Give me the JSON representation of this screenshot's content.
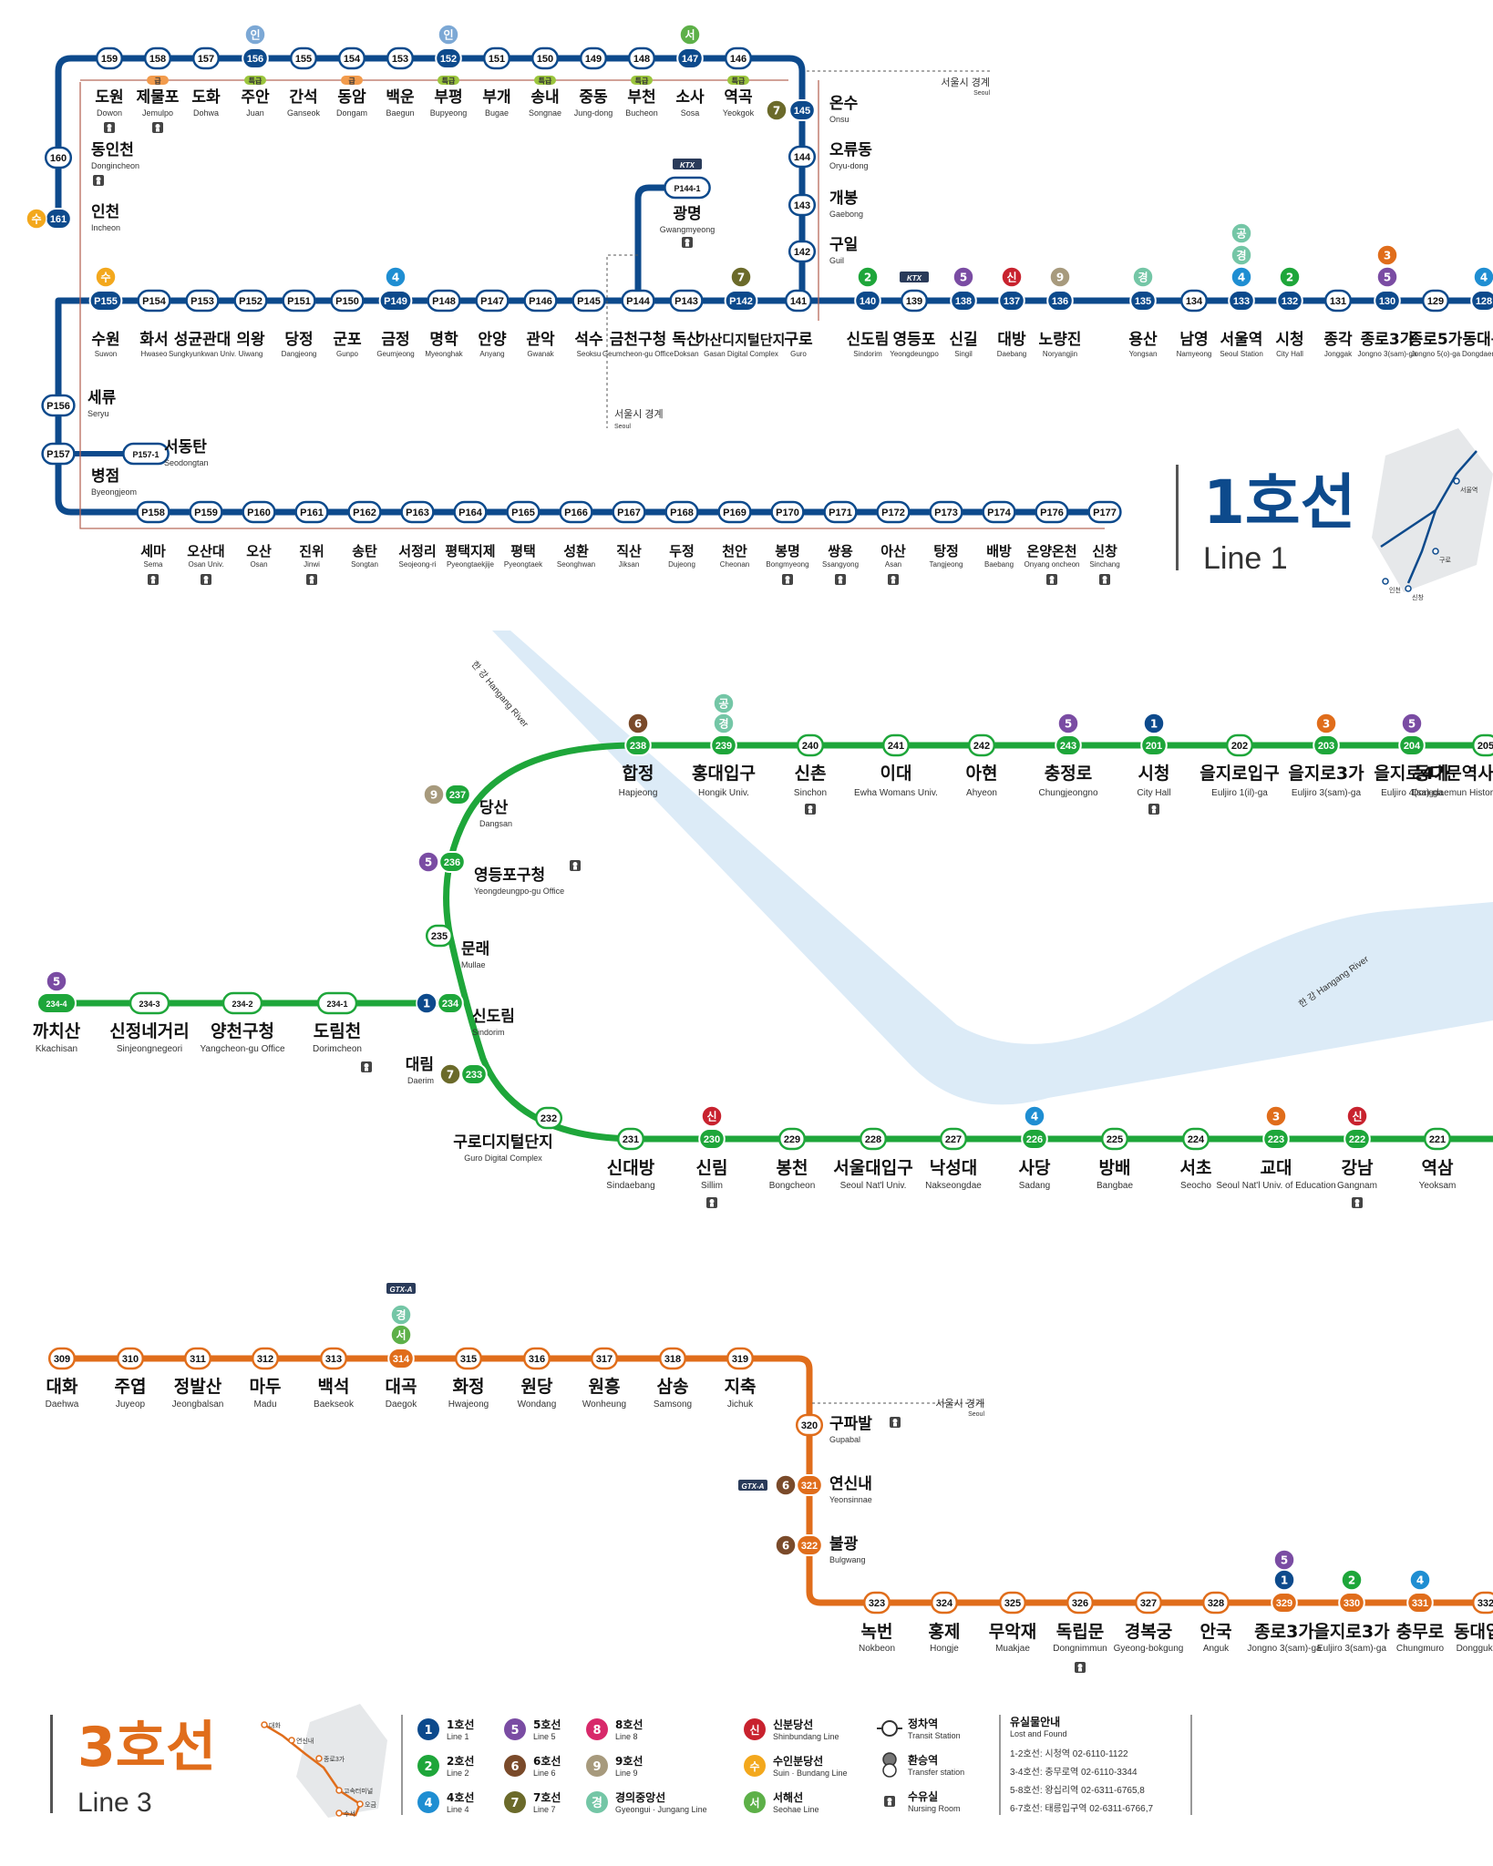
{
  "colors": {
    "line1": "#0d4a8c",
    "line2": "#1ea63a",
    "line3": "#e06d1b",
    "line4": "#1f8ed2",
    "line5": "#7a4ca3",
    "line6": "#7a4a2a",
    "line7": "#6b6a2a",
    "line8": "#d8296a",
    "line9": "#a79a7d",
    "gyeongui": "#74c6a6",
    "shinbundang": "#c8222e",
    "suin": "#f3a81d",
    "seohae": "#5db048",
    "river": "#dcebf7",
    "express_green": "#9bc53d",
    "express_orange": "#f29b4c"
  },
  "line1": {
    "title": "1호선",
    "subtitle": "Line 1",
    "top_row": [
      {
        "code": "159",
        "ko": "도원",
        "en": "Dowon",
        "nursing": true
      },
      {
        "code": "158",
        "ko": "제물포",
        "en": "Jemulpo",
        "nursing": true,
        "badge": "급"
      },
      {
        "code": "157",
        "ko": "도화",
        "en": "Dohwa"
      },
      {
        "code": "156",
        "ko": "주안",
        "en": "Juan",
        "badge": "특급",
        "transfer": [
          "인"
        ]
      },
      {
        "code": "155",
        "ko": "간석",
        "en": "Ganseok"
      },
      {
        "code": "154",
        "ko": "동암",
        "en": "Dongam",
        "badge": "급"
      },
      {
        "code": "153",
        "ko": "백운",
        "en": "Baegun"
      },
      {
        "code": "152",
        "ko": "부평",
        "en": "Bupyeong",
        "badge": "특급",
        "transfer": [
          "인"
        ]
      },
      {
        "code": "151",
        "ko": "부개",
        "en": "Bugae"
      },
      {
        "code": "150",
        "ko": "송내",
        "en": "Songnae",
        "badge": "특급"
      },
      {
        "code": "149",
        "ko": "중동",
        "en": "Jung-dong"
      },
      {
        "code": "148",
        "ko": "부천",
        "en": "Bucheon",
        "badge": "특급"
      },
      {
        "code": "147",
        "ko": "소사",
        "en": "Sosa",
        "transfer": [
          "서"
        ]
      },
      {
        "code": "146",
        "ko": "역곡",
        "en": "Yeokgok",
        "badge": "특급"
      }
    ],
    "left_branch": [
      {
        "code": "160",
        "ko": "동인천",
        "en": "Dongincheon",
        "nursing": true
      },
      {
        "code": "161",
        "ko": "인천",
        "en": "Incheon",
        "transfer": [
          "수"
        ]
      }
    ],
    "right_column": [
      {
        "code": "145",
        "ko": "온수",
        "en": "Onsu",
        "transfer": [
          "7"
        ]
      },
      {
        "code": "144",
        "ko": "오류동",
        "en": "Oryu-dong"
      },
      {
        "code": "143",
        "ko": "개봉",
        "en": "Gaebong"
      },
      {
        "code": "142",
        "ko": "구일",
        "en": "Guil"
      }
    ],
    "gwangmyeong": {
      "code": "P144-1",
      "ko": "광명",
      "en": "Gwangmyeong",
      "ktx": "KTX"
    },
    "mid_row": [
      {
        "code": "P155",
        "ko": "수원",
        "en": "Suwon",
        "transfer": [
          "수"
        ]
      },
      {
        "code": "P154",
        "ko": "화서",
        "en": "Hwaseo"
      },
      {
        "code": "P153",
        "ko": "성균관대",
        "en": "Sungkyunkwan Univ."
      },
      {
        "code": "P152",
        "ko": "의왕",
        "en": "Uiwang"
      },
      {
        "code": "P151",
        "ko": "당정",
        "en": "Dangjeong"
      },
      {
        "code": "P150",
        "ko": "군포",
        "en": "Gunpo"
      },
      {
        "code": "P149",
        "ko": "금정",
        "en": "Geumjeong",
        "transfer": [
          "4"
        ]
      },
      {
        "code": "P148",
        "ko": "명학",
        "en": "Myeonghak"
      },
      {
        "code": "P147",
        "ko": "안양",
        "en": "Anyang"
      },
      {
        "code": "P146",
        "ko": "관악",
        "en": "Gwanak"
      },
      {
        "code": "P145",
        "ko": "석수",
        "en": "Seoksu"
      },
      {
        "code": "P144",
        "ko": "금천구청",
        "en": "Geumcheon-gu Office"
      },
      {
        "code": "P143",
        "ko": "독산",
        "en": "Doksan"
      },
      {
        "code": "P142",
        "ko": "가산디지털단지",
        "en": "Gasan Digital Complex",
        "transfer": [
          "7"
        ]
      },
      {
        "code": "141",
        "ko": "구로",
        "en": "Guro"
      },
      {
        "code": "140",
        "ko": "신도림",
        "en": "Sindorim",
        "transfer": [
          "2"
        ]
      },
      {
        "code": "139",
        "ko": "영등포",
        "en": "Yeongdeungpo",
        "ktx": "KTX"
      },
      {
        "code": "138",
        "ko": "신길",
        "en": "Singil",
        "transfer": [
          "5"
        ]
      },
      {
        "code": "137",
        "ko": "대방",
        "en": "Daebang",
        "transfer": [
          "신"
        ]
      },
      {
        "code": "136",
        "ko": "노량진",
        "en": "Noryangjin",
        "transfer": [
          "9"
        ]
      },
      {
        "code": "135",
        "ko": "용산",
        "en": "Yongsan",
        "transfer": [
          "경"
        ]
      },
      {
        "code": "134",
        "ko": "남영",
        "en": "Namyeong"
      },
      {
        "code": "133",
        "ko": "서울역",
        "en": "Seoul Station",
        "transfer": [
          "4",
          "경",
          "공"
        ]
      },
      {
        "code": "132",
        "ko": "시청",
        "en": "City Hall",
        "transfer": [
          "2"
        ]
      },
      {
        "code": "131",
        "ko": "종각",
        "en": "Jonggak"
      },
      {
        "code": "130",
        "ko": "종로3가",
        "en": "Jongno 3(sam)-ga",
        "transfer": [
          "5",
          "3"
        ]
      },
      {
        "code": "129",
        "ko": "종로5가",
        "en": "Jongno 5(o)-ga"
      },
      {
        "code": "128",
        "ko": "동대문",
        "en": "Dongdaemun",
        "transfer": [
          "4"
        ]
      }
    ],
    "left_column": [
      {
        "code": "P156",
        "ko": "세류",
        "en": "Seryu"
      },
      {
        "code": "P157",
        "ko": "병점",
        "en": "Byeongjeom"
      },
      {
        "code": "P157-1",
        "ko": "서동탄",
        "en": "Seodongtan"
      }
    ],
    "bottom_row": [
      {
        "code": "P158",
        "ko": "세마",
        "en": "Sema"
      },
      {
        "code": "P159",
        "ko": "오산대",
        "en": "Osan Univ."
      },
      {
        "code": "P160",
        "ko": "오산",
        "en": "Osan"
      },
      {
        "code": "P161",
        "ko": "진위",
        "en": "Jinwi"
      },
      {
        "code": "P162",
        "ko": "송탄",
        "en": "Songtan"
      },
      {
        "code": "P163",
        "ko": "서정리",
        "en": "Seojeong-ri"
      },
      {
        "code": "P164",
        "ko": "평택지제",
        "en": "Pyeongtaekjije"
      },
      {
        "code": "P165",
        "ko": "평택",
        "en": "Pyeongtaek"
      },
      {
        "code": "P166",
        "ko": "성환",
        "en": "Seonghwan"
      },
      {
        "code": "P167",
        "ko": "직산",
        "en": "Jiksan"
      },
      {
        "code": "P168",
        "ko": "두정",
        "en": "Dujeong"
      },
      {
        "code": "P169",
        "ko": "천안",
        "en": "Cheonan"
      },
      {
        "code": "P170",
        "ko": "봉명",
        "en": "Bongmyeong"
      },
      {
        "code": "P171",
        "ko": "쌍용",
        "en": "Ssangyong"
      },
      {
        "code": "P172",
        "ko": "아산",
        "en": "Asan"
      },
      {
        "code": "P173",
        "ko": "탕정",
        "en": "Tangjeong"
      },
      {
        "code": "P174",
        "ko": "배방",
        "en": "Baebang"
      },
      {
        "code": "P176",
        "ko": "온양온천",
        "en": "Onyang oncheon"
      },
      {
        "code": "P177",
        "ko": "신창",
        "en": "Sinchang"
      }
    ],
    "border_note": "서울시 경계",
    "border_note_en": "Seoul",
    "mini_labels": [
      "서울역",
      "구로",
      "인천",
      "신창"
    ]
  },
  "line2": {
    "river_label_1": "한 강  Hangang River",
    "river_label_2": "한 강  Hangang River",
    "top_row": [
      {
        "code": "238",
        "ko": "합정",
        "en": "Hapjeong",
        "transfer": [
          "6"
        ]
      },
      {
        "code": "239",
        "ko": "홍대입구",
        "en": "Hongik Univ.",
        "transfer": [
          "경",
          "공"
        ]
      },
      {
        "code": "240",
        "ko": "신촌",
        "en": "Sinchon",
        "nursing": true
      },
      {
        "code": "241",
        "ko": "이대",
        "en": "Ewha Womans Univ."
      },
      {
        "code": "242",
        "ko": "아현",
        "en": "Ahyeon"
      },
      {
        "code": "243",
        "ko": "충정로",
        "en": "Chungjeongno",
        "transfer": [
          "5"
        ]
      },
      {
        "code": "201",
        "ko": "시청",
        "en": "City Hall",
        "transfer": [
          "1"
        ],
        "nursing": true
      },
      {
        "code": "202",
        "ko": "을지로입구",
        "en": "Euljiro 1(il)-ga"
      },
      {
        "code": "203",
        "ko": "을지로3가",
        "en": "Euljiro 3(sam)-ga",
        "transfer": [
          "3"
        ]
      },
      {
        "code": "204",
        "ko": "을지로4가",
        "en": "Euljiro 4(sa)-ga",
        "transfer": [
          "5"
        ]
      },
      {
        "code": "205",
        "ko": "동대문역사문화공원",
        "en": "Dongdaemun History & Culture Park"
      }
    ],
    "curve": [
      {
        "code": "237",
        "ko": "당산",
        "en": "Dangsan",
        "transfer": [
          "9"
        ]
      },
      {
        "code": "236",
        "ko": "영등포구청",
        "en": "Yeongdeungpo-gu Office",
        "transfer": [
          "5"
        ],
        "nursing": true
      },
      {
        "code": "235",
        "ko": "문래",
        "en": "Mullae"
      },
      {
        "code": "234",
        "ko": "신도림",
        "en": "Sindorim",
        "transfer": [
          "1"
        ]
      },
      {
        "code": "233",
        "ko": "대림",
        "en": "Daerim",
        "transfer": [
          "7"
        ],
        "nursing": true
      },
      {
        "code": "232",
        "ko": "구로디지털단지",
        "en": "Guro Digital Complex"
      }
    ],
    "branch": [
      {
        "code": "234-4",
        "ko": "까치산",
        "en": "Kkachisan",
        "transfer": [
          "5"
        ]
      },
      {
        "code": "234-3",
        "ko": "신정네거리",
        "en": "Sinjeongnegeori"
      },
      {
        "code": "234-2",
        "ko": "양천구청",
        "en": "Yangcheon-gu Office"
      },
      {
        "code": "234-1",
        "ko": "도림천",
        "en": "Dorimcheon"
      }
    ],
    "bottom_row": [
      {
        "code": "231",
        "ko": "신대방",
        "en": "Sindaebang"
      },
      {
        "code": "230",
        "ko": "신림",
        "en": "Sillim",
        "transfer": [
          "신"
        ],
        "nursing": true
      },
      {
        "code": "229",
        "ko": "봉천",
        "en": "Bongcheon"
      },
      {
        "code": "228",
        "ko": "서울대입구",
        "en": "Seoul Nat'l Univ."
      },
      {
        "code": "227",
        "ko": "낙성대",
        "en": "Nakseongdae"
      },
      {
        "code": "226",
        "ko": "사당",
        "en": "Sadang",
        "transfer": [
          "4"
        ]
      },
      {
        "code": "225",
        "ko": "방배",
        "en": "Bangbae"
      },
      {
        "code": "224",
        "ko": "서초",
        "en": "Seocho"
      },
      {
        "code": "223",
        "ko": "교대",
        "en": "Seoul Nat'l Univ. of Education",
        "transfer": [
          "3"
        ]
      },
      {
        "code": "222",
        "ko": "강남",
        "en": "Gangnam",
        "transfer": [
          "신"
        ],
        "nursing": true
      },
      {
        "code": "221",
        "ko": "역삼",
        "en": "Yeoksam"
      }
    ]
  },
  "line3": {
    "title": "3호선",
    "subtitle": "Line 3",
    "top_row": [
      {
        "code": "309",
        "ko": "대화",
        "en": "Daehwa"
      },
      {
        "code": "310",
        "ko": "주엽",
        "en": "Juyeop"
      },
      {
        "code": "311",
        "ko": "정발산",
        "en": "Jeongbalsan"
      },
      {
        "code": "312",
        "ko": "마두",
        "en": "Madu"
      },
      {
        "code": "313",
        "ko": "백석",
        "en": "Baekseok"
      },
      {
        "code": "314",
        "ko": "대곡",
        "en": "Daegok",
        "transfer": [
          "서",
          "경"
        ]
      },
      {
        "code": "315",
        "ko": "화정",
        "en": "Hwajeong"
      },
      {
        "code": "316",
        "ko": "원당",
        "en": "Wondang"
      },
      {
        "code": "317",
        "ko": "원흥",
        "en": "Wonheung"
      },
      {
        "code": "318",
        "ko": "삼송",
        "en": "Samsong"
      },
      {
        "code": "319",
        "ko": "지축",
        "en": "Jichuk"
      }
    ],
    "right_column": [
      {
        "code": "320",
        "ko": "구파발",
        "en": "Gupabal",
        "nursing": true
      },
      {
        "code": "321",
        "ko": "연신내",
        "en": "Yeonsinnae",
        "transfer": [
          "6"
        ],
        "gtx": "GTX-A"
      },
      {
        "code": "322",
        "ko": "불광",
        "en": "Bulgwang",
        "transfer": [
          "6"
        ]
      }
    ],
    "bottom_row": [
      {
        "code": "323",
        "ko": "녹번",
        "en": "Nokbeon"
      },
      {
        "code": "324",
        "ko": "홍제",
        "en": "Hongje"
      },
      {
        "code": "325",
        "ko": "무악재",
        "en": "Muakjae"
      },
      {
        "code": "326",
        "ko": "독립문",
        "en": "Dongnimmun",
        "nursing": true
      },
      {
        "code": "327",
        "ko": "경복궁",
        "en": "Gyeong-bokgung"
      },
      {
        "code": "328",
        "ko": "안국",
        "en": "Anguk"
      },
      {
        "code": "329",
        "ko": "종로3가",
        "en": "Jongno 3(sam)-ga",
        "transfer": [
          "1",
          "5"
        ]
      },
      {
        "code": "330",
        "ko": "을지로3가",
        "en": "Euljiro 3(sam)-ga",
        "transfer": [
          "2"
        ]
      },
      {
        "code": "331",
        "ko": "충무로",
        "en": "Chungmuro",
        "transfer": [
          "4"
        ]
      },
      {
        "code": "332",
        "ko": "동대입구",
        "en": "Dongguk Univ."
      }
    ],
    "gtx_label": "GTX-A",
    "mini_labels": [
      "대화",
      "연신내",
      "종로3가",
      "고속터미널",
      "오금",
      "수서"
    ]
  },
  "legend": {
    "lines": [
      {
        "sym": "1",
        "ko": "1호선",
        "en": "Line 1"
      },
      {
        "sym": "5",
        "ko": "5호선",
        "en": "Line 5"
      },
      {
        "sym": "8",
        "ko": "8호선",
        "en": "Line 8"
      },
      {
        "sym": "2",
        "ko": "2호선",
        "en": "Line 2"
      },
      {
        "sym": "6",
        "ko": "6호선",
        "en": "Line 6"
      },
      {
        "sym": "9",
        "ko": "9호선",
        "en": "Line 9"
      },
      {
        "sym": "4",
        "ko": "4호선",
        "en": "Line 4"
      },
      {
        "sym": "7",
        "ko": "7호선",
        "en": "Line 7"
      },
      {
        "sym": "경",
        "ko": "경의중앙선",
        "en": "Gyeongui · Jungang Line"
      }
    ],
    "other_lines": [
      {
        "sym": "신",
        "ko": "신분당선",
        "en": "Shinbundang Line"
      },
      {
        "sym": "수",
        "ko": "수인분당선",
        "en": "Suin · Bundang Line"
      },
      {
        "sym": "서",
        "ko": "서해선",
        "en": "Seohae Line"
      }
    ],
    "station_types": [
      {
        "ko": "정차역",
        "en": "Transit Station"
      },
      {
        "ko": "환승역",
        "en": "Transfer station"
      },
      {
        "ko": "수유실",
        "en": "Nursing Room"
      }
    ],
    "lost_found": {
      "title": "유실물안내",
      "title_en": "Lost and Found",
      "items": [
        "1-2호선: 시청역 02-6110-1122",
        "3-4호선: 충무로역 02-6110-3344",
        "5-8호선: 왕십리역 02-6311-6765,8",
        "6-7호선: 태릉입구역 02-6311-6766,7"
      ]
    }
  }
}
